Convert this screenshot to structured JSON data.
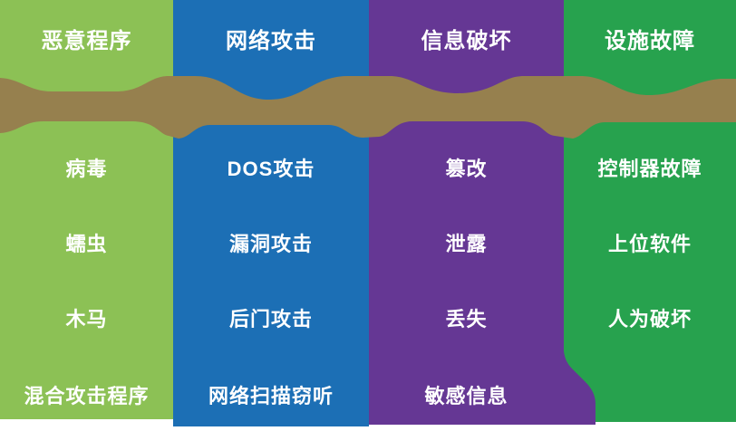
{
  "colors": {
    "malware_lime": "#8CC155",
    "attack_blue": "#1C6FB5",
    "destruction_purple": "#653794",
    "failure_green": "#27A24E",
    "ribbon_brown": "#96804E",
    "text_white": "#ffffff",
    "page_background": "#ffffff"
  },
  "columns": [
    {
      "id": "malware",
      "header": "恶意程序",
      "rows": [
        "病毒",
        "蠕虫",
        "木马",
        "混合攻击程序"
      ]
    },
    {
      "id": "network-attack",
      "header": "网络攻击",
      "rows": [
        "DOS攻击",
        "漏洞攻击",
        "后门攻击",
        "网络扫描窃听"
      ]
    },
    {
      "id": "info-destruction",
      "header": "信息破坏",
      "rows": [
        "篡改",
        "泄露",
        "丢失",
        "敏感信息"
      ]
    },
    {
      "id": "facility-failure",
      "header": "设施故障",
      "rows": [
        "控制器故障",
        "上位软件",
        "人为破坏"
      ]
    }
  ]
}
